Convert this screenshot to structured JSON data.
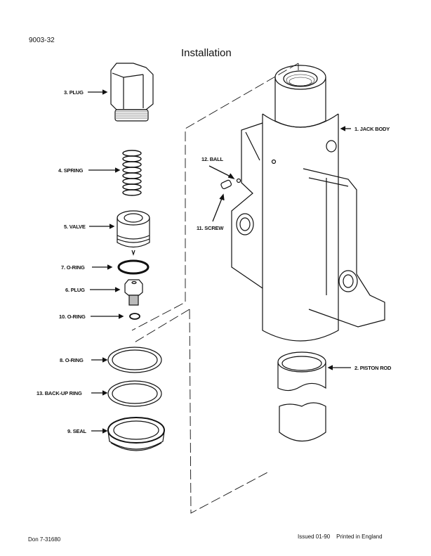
{
  "document": {
    "doc_number": "9003-32",
    "title": "Installation"
  },
  "parts": [
    {
      "id": "1",
      "label": "1. JACK BODY"
    },
    {
      "id": "2",
      "label": "2. PISTON ROD"
    },
    {
      "id": "3",
      "label": "3. PLUG"
    },
    {
      "id": "4",
      "label": "4. SPRING"
    },
    {
      "id": "5",
      "label": "5. VALVE"
    },
    {
      "id": "6",
      "label": "6. PLUG"
    },
    {
      "id": "7",
      "label": "7. O-RING"
    },
    {
      "id": "8",
      "label": "8. O-RING"
    },
    {
      "id": "9",
      "label": "9. SEAL"
    },
    {
      "id": "10",
      "label": "10. O-RING"
    },
    {
      "id": "11",
      "label": "11. SCREW"
    },
    {
      "id": "12",
      "label": "12. BALL"
    },
    {
      "id": "13",
      "label": "13. BACK-UP RING"
    }
  ],
  "footer": {
    "left": "Don 7-31680",
    "issued": "Issued 01-90",
    "printed": "Printed in England"
  }
}
